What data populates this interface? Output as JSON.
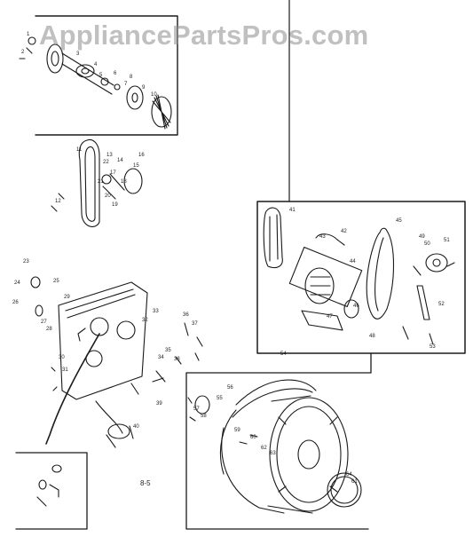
{
  "watermark": "AppliancePartsPros.com",
  "figure_label": "8-5",
  "colors": {
    "ink": "#1a1a1a",
    "paper": "#ffffff",
    "watermark": "#8c8c8c"
  },
  "callouts": {
    "idler": [
      "1",
      "2",
      "3",
      "4",
      "5",
      "6",
      "7",
      "8",
      "9",
      "10"
    ],
    "belt": [
      "11",
      "12",
      "13",
      "14",
      "15",
      "16",
      "17",
      "18",
      "19",
      "20",
      "21",
      "22"
    ],
    "panel": [
      "23",
      "24",
      "25",
      "26",
      "27",
      "28",
      "29",
      "30",
      "31",
      "32",
      "33",
      "34",
      "35",
      "36",
      "37",
      "38",
      "39",
      "40"
    ],
    "motor": [
      "41",
      "42",
      "43",
      "44",
      "45",
      "46",
      "47",
      "48",
      "49",
      "50",
      "51",
      "52",
      "53"
    ],
    "drum": [
      "54",
      "55",
      "56",
      "57",
      "58",
      "59",
      "60",
      "61",
      "62",
      "63",
      "64"
    ]
  }
}
